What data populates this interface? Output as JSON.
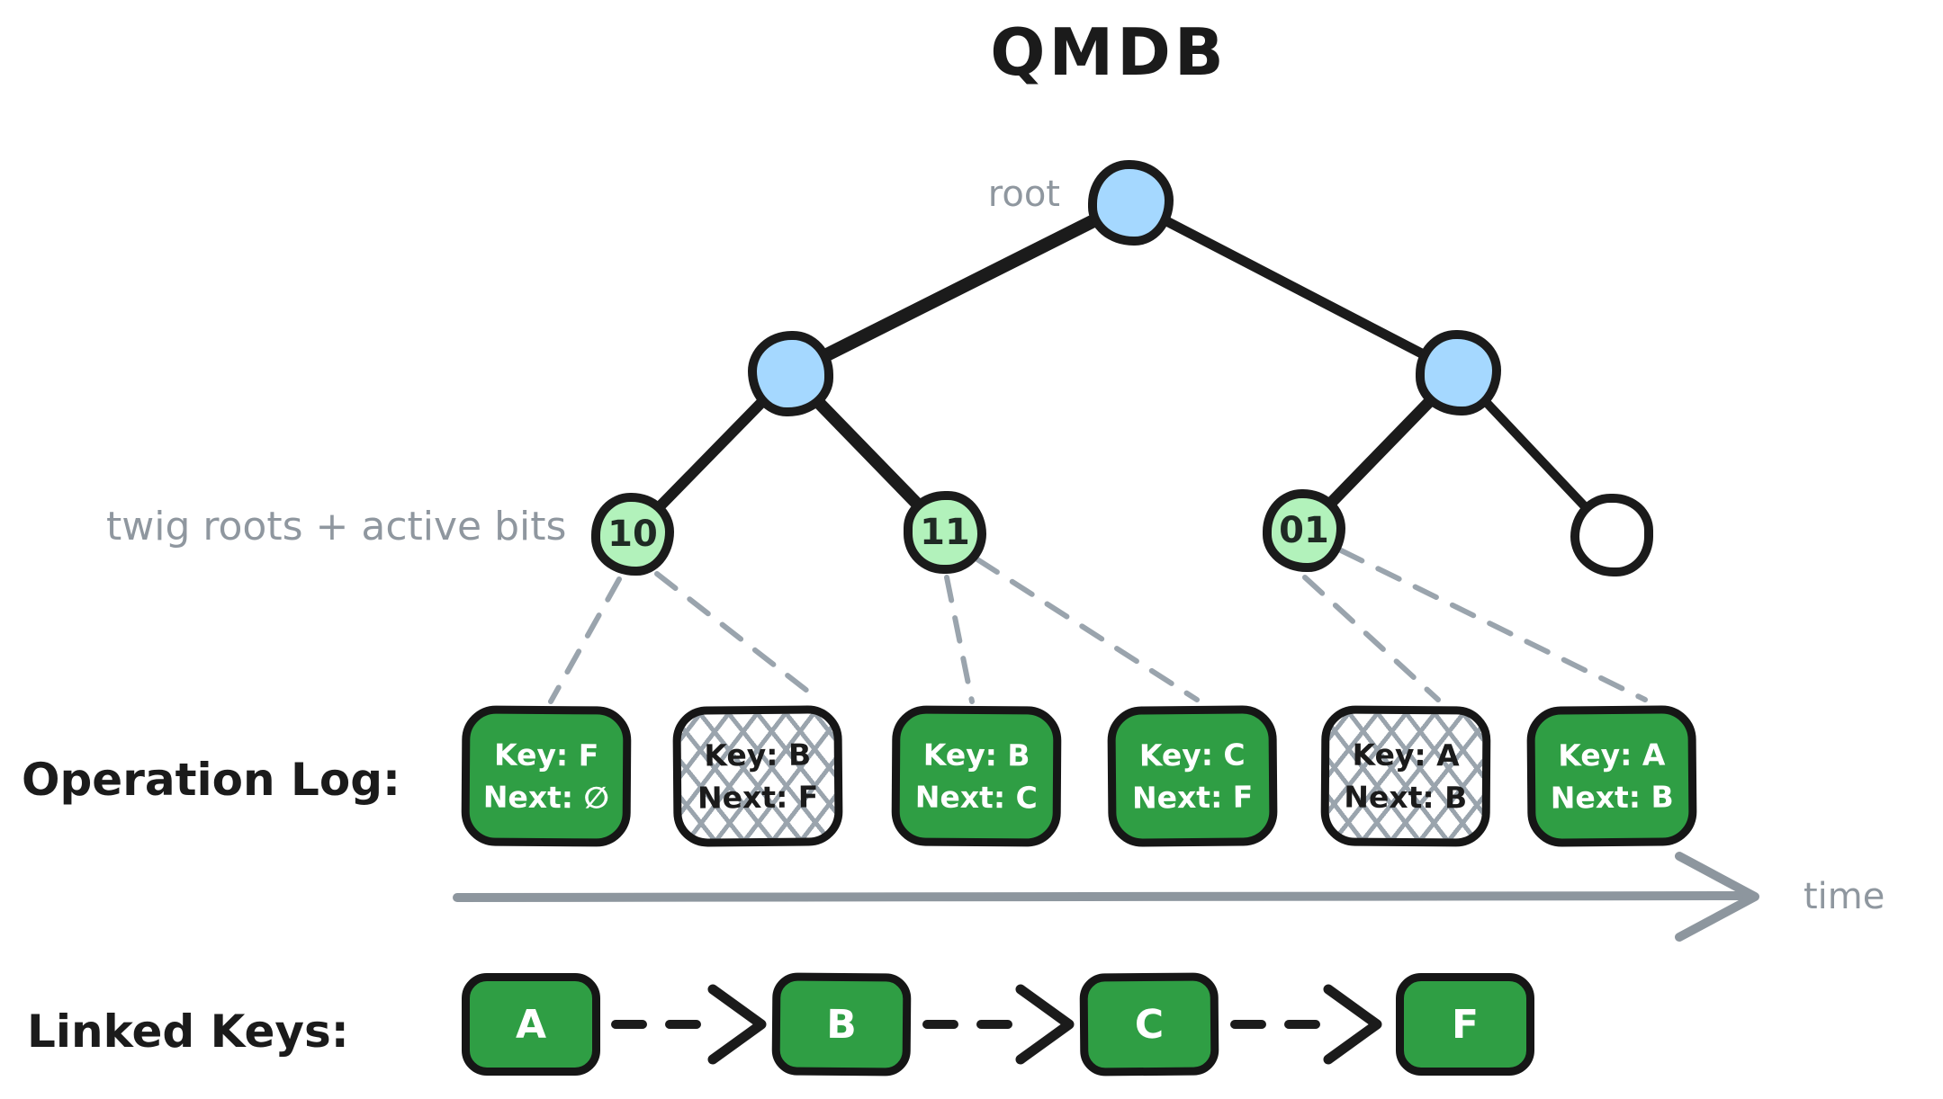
{
  "title": "QMDB",
  "colors": {
    "internal_node_fill": "#a5d8ff",
    "twig_leaf_fill": "#b2f2bb",
    "record_box_fill": "#2f9e44",
    "stale_box_fill": "#ffffff",
    "ink": "#1b1b1b",
    "muted_gray": "#8f979f"
  },
  "tree": {
    "root_label": "root",
    "twig_label": "twig roots + active bits",
    "leaves": [
      {
        "label": "10",
        "type": "active-twig"
      },
      {
        "label": "11",
        "type": "active-twig"
      },
      {
        "label": "01",
        "type": "active-twig"
      },
      {
        "label": "",
        "type": "empty"
      }
    ]
  },
  "operation_log": {
    "label": "Operation Log:",
    "time_label": "time",
    "entries": [
      {
        "key": "Key: F",
        "next": "Next: ∅",
        "stale": false
      },
      {
        "key": "Key: B",
        "next": "Next: F",
        "stale": true
      },
      {
        "key": "Key: B",
        "next": "Next: C",
        "stale": false
      },
      {
        "key": "Key: C",
        "next": "Next: F",
        "stale": false
      },
      {
        "key": "Key: A",
        "next": "Next: B",
        "stale": true
      },
      {
        "key": "Key: A",
        "next": "Next: B",
        "stale": false
      }
    ]
  },
  "linked_keys": {
    "label": "Linked Keys:",
    "keys": [
      "A",
      "B",
      "C",
      "F"
    ]
  }
}
